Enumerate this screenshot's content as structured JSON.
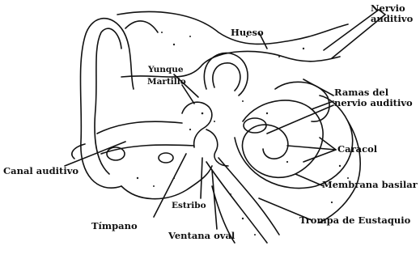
{
  "figure": {
    "labels": {
      "nervio_auditivo": "Nervio\nauditivo",
      "hueso": "Hueso",
      "yunque": "Yunque",
      "martillo": "Martillo",
      "ramas_nervio": "Ramas del\nnervio auditivo",
      "caracol": "Caracol",
      "canal_auditivo": "Canal auditivo",
      "membrana_basilar": "Membrana basilar",
      "estribo": "Estribo",
      "timpano": "Tímpano",
      "ventana_oval": "Ventana oval",
      "trompa_eustaquio": "Trompa de Eustaquio"
    }
  }
}
